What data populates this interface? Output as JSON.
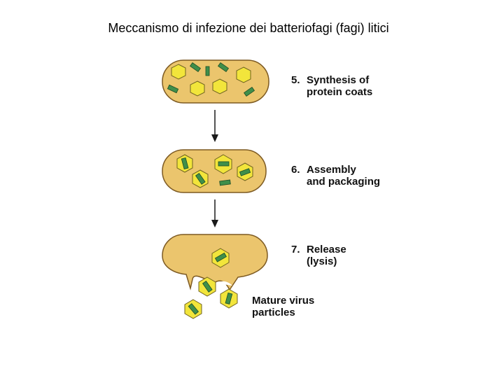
{
  "title": "Meccanismo di infezione dei batteriofagi (fagi) litici",
  "colors": {
    "cell_fill": "#ebc56d",
    "cell_stroke": "#7d5a22",
    "capsid_fill": "#f2e53b",
    "capsid_stroke": "#6f6320",
    "dna_fill": "#3f8f4a",
    "dna_stroke": "#1d4c26",
    "arrow": "#1a1a1a"
  },
  "steps": [
    {
      "number": "5.",
      "line1": "Synthesis of",
      "line2": "protein coats"
    },
    {
      "number": "6.",
      "line1": "Assembly",
      "line2": "and packaging"
    },
    {
      "number": "7.",
      "line1": "Release",
      "line2": "(lysis)"
    }
  ],
  "particles_label": {
    "line1": "Mature virus",
    "line2": "particles"
  }
}
